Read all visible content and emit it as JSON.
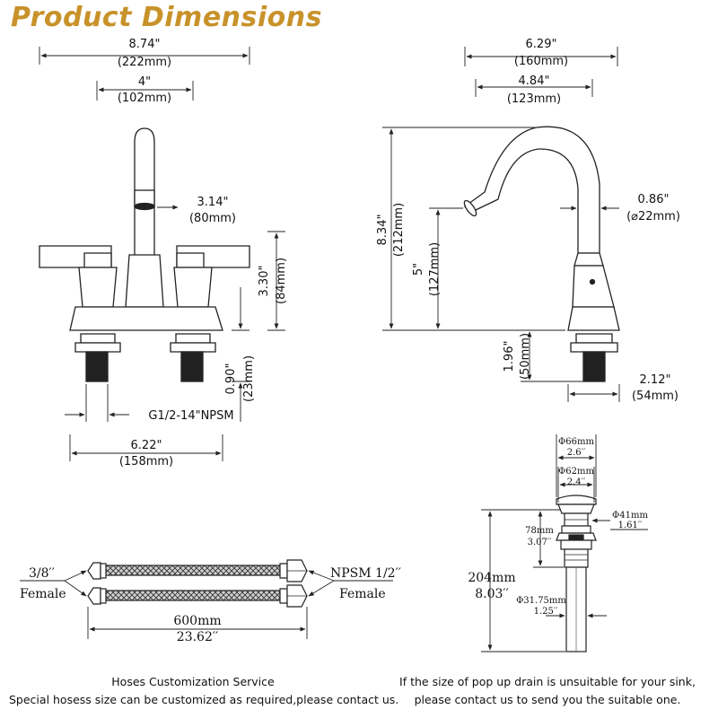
{
  "title": "Product Dimensions",
  "front": {
    "overall_width": {
      "in": "8.74\"",
      "mm": "(222mm)"
    },
    "center": {
      "in": "4\"",
      "mm": "(102mm)"
    },
    "spout_height": {
      "in": "3.14\"",
      "mm": "(80mm)"
    },
    "body_height": {
      "in": "3.30\"",
      "mm": "(84mm)"
    },
    "shank_length": {
      "in": "0.90\"",
      "mm": "(23mm)"
    },
    "thread": "G1/2-14\"NPSM",
    "base_width": {
      "in": "6.22\"",
      "mm": "(158mm)"
    }
  },
  "side": {
    "overall_depth": {
      "in": "6.29\"",
      "mm": "(160mm)"
    },
    "reach": {
      "in": "4.84\"",
      "mm": "(123mm)"
    },
    "total_height": {
      "in": "8.34\"",
      "mm": "(212mm)"
    },
    "spout_clearance": {
      "in": "5\"",
      "mm": "(127mm)"
    },
    "spout_diameter": {
      "in": "0.86\"",
      "mm": "(⌀22mm)"
    },
    "base_height": {
      "in": "1.96\"",
      "mm": "(50mm)"
    },
    "base_depth": {
      "in": "2.12\"",
      "mm": "(54mm)"
    }
  },
  "hose": {
    "left_size": "3/8′′",
    "left_type": "Female",
    "right_size": "NPSM 1/2′′",
    "right_type": "Female",
    "length_mm": "600mm",
    "length_in": "23.62′′"
  },
  "drain": {
    "d66_mm": "Φ66mm",
    "d66_in": "2.6′′",
    "d62_mm": "Φ62mm",
    "d62_in": "2.4′′",
    "d41_mm": "Φ41mm",
    "d41_in": "1.61′′",
    "h78_mm": "78mm",
    "h78_in": "3.07′′",
    "h204_mm": "204mm",
    "h204_in": "8.03′′",
    "d3175_mm": "Φ31.75mm",
    "d3175_in": "1.25′′"
  },
  "notes": {
    "left_line1": "Hoses Customization Service",
    "left_line2": "Special hosess size can be customized as required,please contact us.",
    "right_line1": "If the size of pop up drain is unsuitable for your sink,",
    "right_line2": "please contact us to send you the suitable one."
  }
}
